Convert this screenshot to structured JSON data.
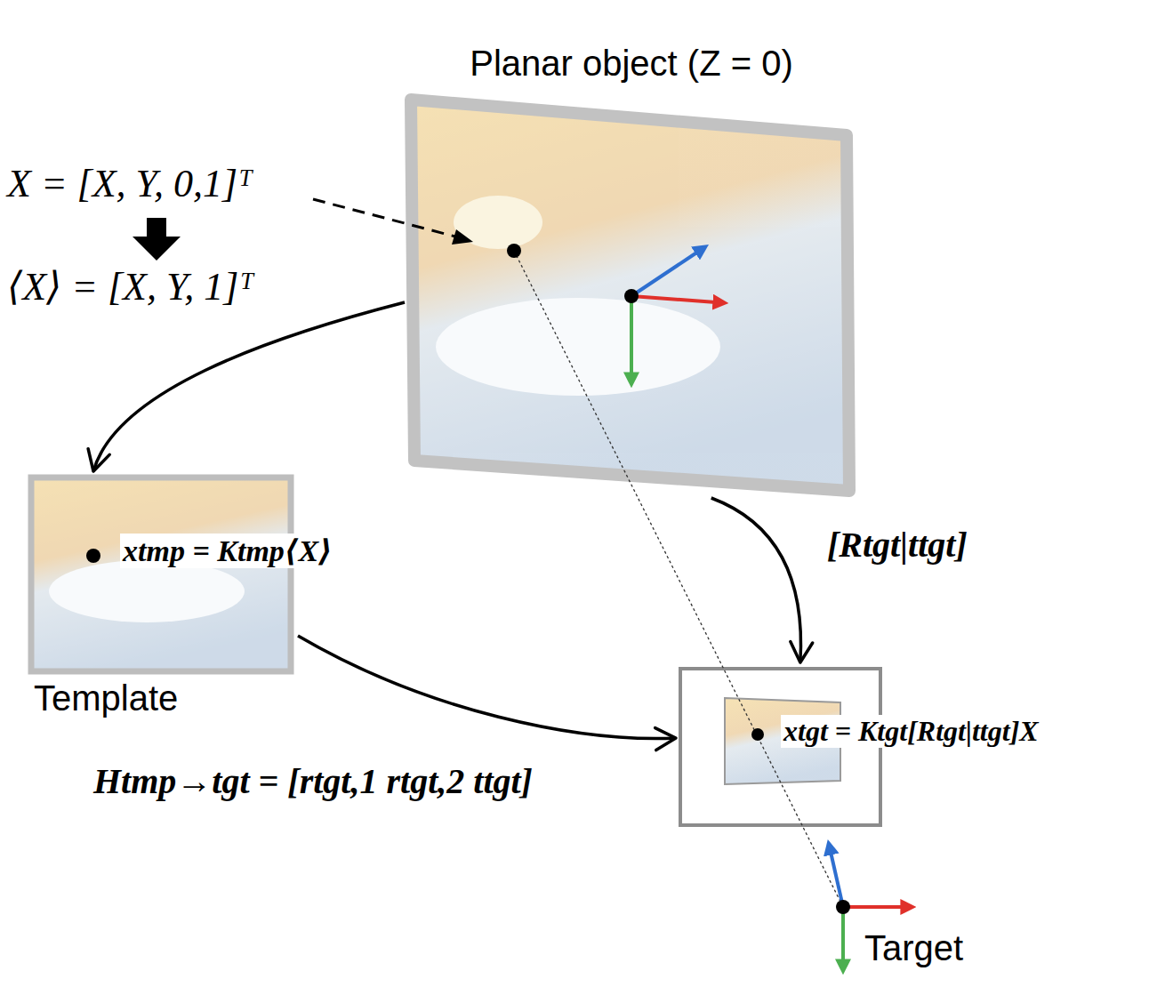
{
  "diagram": {
    "nodes": [
      {
        "text": [
          "Planar object (Z = 0)"
        ]
      },
      {
        "text": [
          "Template"
        ]
      },
      {
        "text": [
          "Target"
        ]
      }
    ],
    "edges": [
      {
        "from": 0,
        "to": 1,
        "arrow": "to"
      },
      {
        "from": 0,
        "to": 2,
        "label": "[Rtgt|ttgt]",
        "arrow": "to"
      },
      {
        "from": 1,
        "to": 2,
        "label": "Htmp→tgt = [rtgt,1 rtgt,2 ttgt]",
        "arrow": "to"
      }
    ],
    "labels": [
      "X = [X, Y, 0,1]ᵀ",
      "⟨X⟩ = [X, Y, 1]ᵀ",
      "xtmp = Ktmp⟨X⟩",
      "xtgt = Ktgt[Rtgt|ttgt]X"
    ]
  }
}
